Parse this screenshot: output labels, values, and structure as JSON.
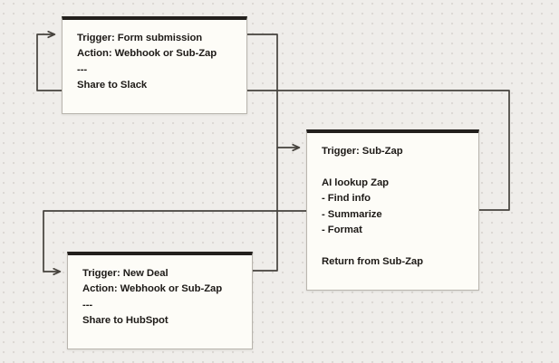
{
  "diagram": {
    "title": "Sub-Zap workflow diagram",
    "background_color": "#efedea",
    "node_fill_color": "#fdfcf7",
    "node_border_color": "#b9b5ae",
    "node_header_color": "#23201d",
    "connector_color": "#46423d",
    "nodes": [
      {
        "id": "form-submission",
        "text": "Trigger: Form submission\nAction: Webhook or Sub-Zap\n---\nShare to Slack"
      },
      {
        "id": "sub-zap",
        "text": "Trigger: Sub-Zap\n\nAI lookup Zap\n- Find info\n- Summarize\n- Format\n\nReturn from Sub-Zap"
      },
      {
        "id": "new-deal",
        "text": "Trigger: New Deal\nAction: Webhook or Sub-Zap\n---\nShare to HubSpot"
      }
    ],
    "connectors": [
      {
        "id": "form-self-loop",
        "from": "form-submission",
        "to": "form-submission"
      },
      {
        "id": "form-to-sub-zap",
        "from": "form-submission",
        "to": "sub-zap"
      },
      {
        "id": "sub-zap-return-to-form",
        "from": "sub-zap",
        "to": "form-submission"
      },
      {
        "id": "sub-zap-to-new-deal",
        "from": "sub-zap",
        "to": "new-deal"
      },
      {
        "id": "new-deal-to-sub-zap",
        "from": "new-deal",
        "to": "sub-zap"
      }
    ]
  }
}
